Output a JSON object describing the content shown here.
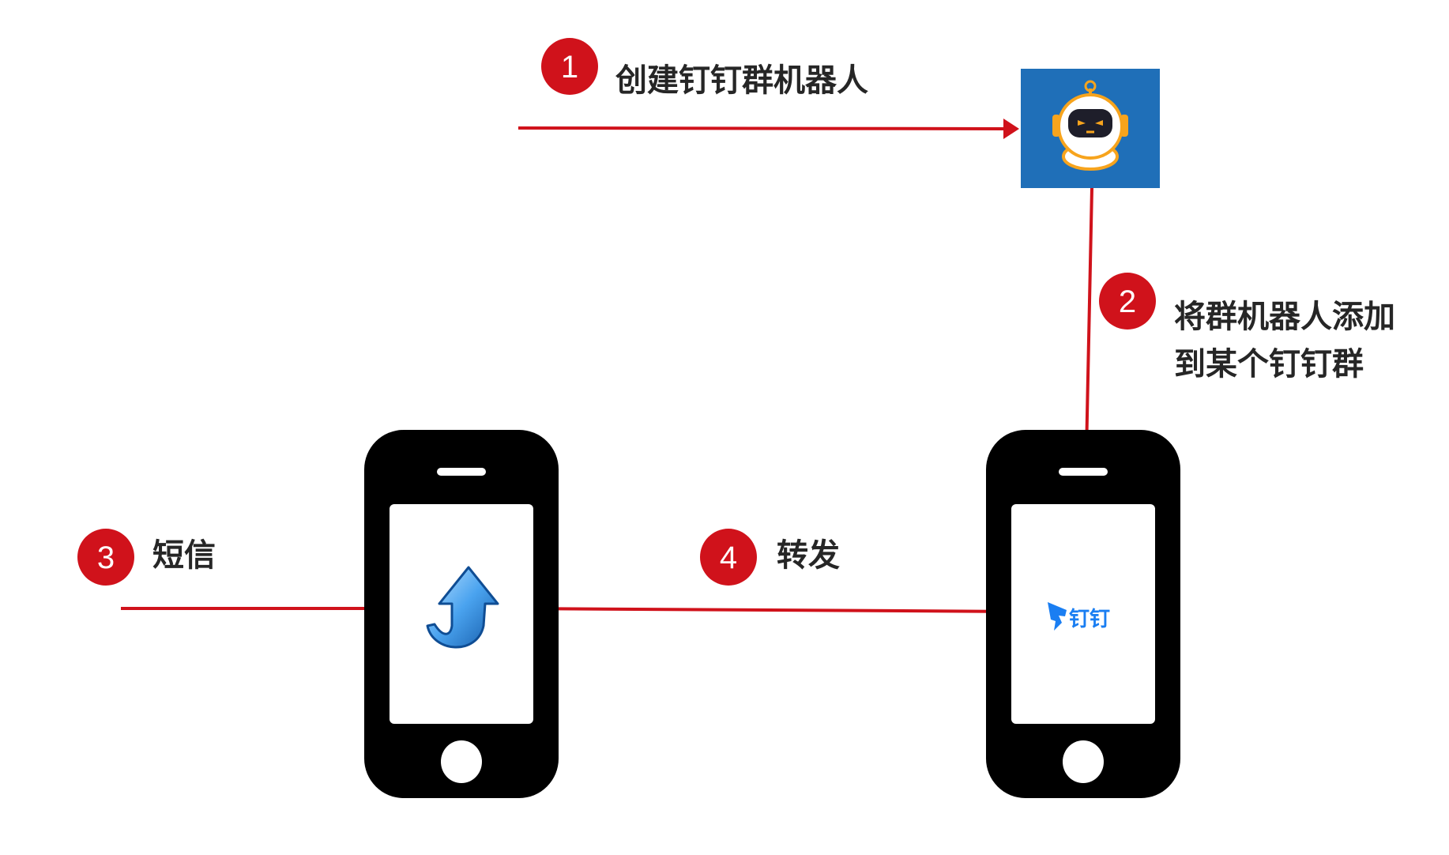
{
  "colors": {
    "accent": "#d0121b",
    "phone_body": "#000000",
    "robot_bg": "#1f6fb8",
    "dingtalk_blue": "#1a7ef2",
    "label_text": "#262626"
  },
  "steps": [
    {
      "number": "1",
      "label": "创建钉钉群机器人"
    },
    {
      "number": "2",
      "label_lines": [
        "将群机器人添加",
        "到某个钉钉群"
      ]
    },
    {
      "number": "3",
      "label": "短信"
    },
    {
      "number": "4",
      "label": "转发"
    }
  ],
  "nodes": {
    "robot": {
      "icon": "robot-icon"
    },
    "phone_left": {
      "icon": "sms-forwarder-icon"
    },
    "phone_right": {
      "icon": "dingtalk-logo-icon",
      "app_name": "钉钉"
    }
  }
}
